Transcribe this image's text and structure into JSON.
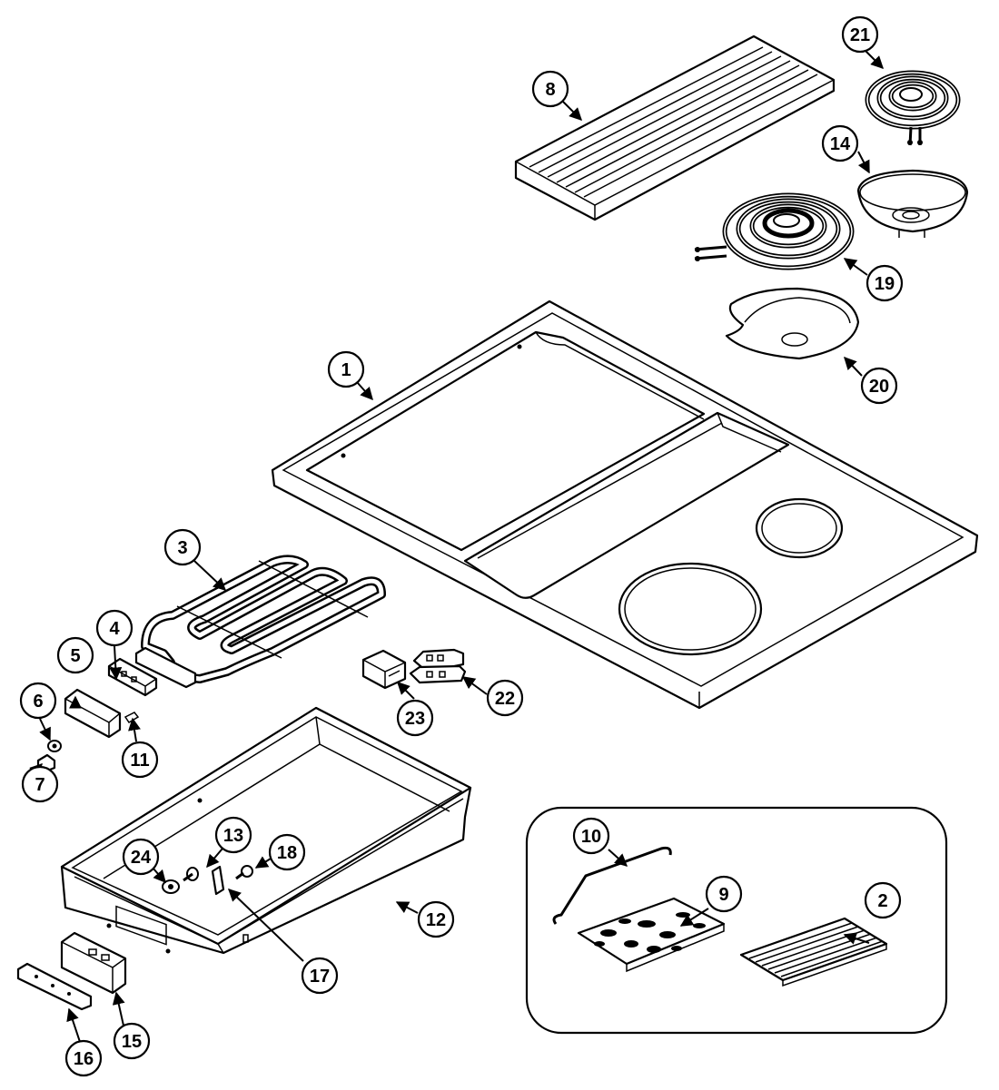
{
  "colors": {
    "line": "#000000",
    "background": "#ffffff"
  },
  "callouts": [
    {
      "id": "c1",
      "label": "1"
    },
    {
      "id": "c2",
      "label": "2"
    },
    {
      "id": "c3",
      "label": "3"
    },
    {
      "id": "c4",
      "label": "4"
    },
    {
      "id": "c5",
      "label": "5"
    },
    {
      "id": "c6",
      "label": "6"
    },
    {
      "id": "c7",
      "label": "7"
    },
    {
      "id": "c8",
      "label": "8"
    },
    {
      "id": "c9",
      "label": "9"
    },
    {
      "id": "c10",
      "label": "10"
    },
    {
      "id": "c11",
      "label": "11"
    },
    {
      "id": "c12",
      "label": "12"
    },
    {
      "id": "c13",
      "label": "13"
    },
    {
      "id": "c14",
      "label": "14"
    },
    {
      "id": "c15",
      "label": "15"
    },
    {
      "id": "c16",
      "label": "16"
    },
    {
      "id": "c17",
      "label": "17"
    },
    {
      "id": "c18",
      "label": "18"
    },
    {
      "id": "c19",
      "label": "19"
    },
    {
      "id": "c20",
      "label": "20"
    },
    {
      "id": "c21",
      "label": "21"
    },
    {
      "id": "c22",
      "label": "22"
    },
    {
      "id": "c23",
      "label": "23"
    },
    {
      "id": "c24",
      "label": "24"
    }
  ]
}
